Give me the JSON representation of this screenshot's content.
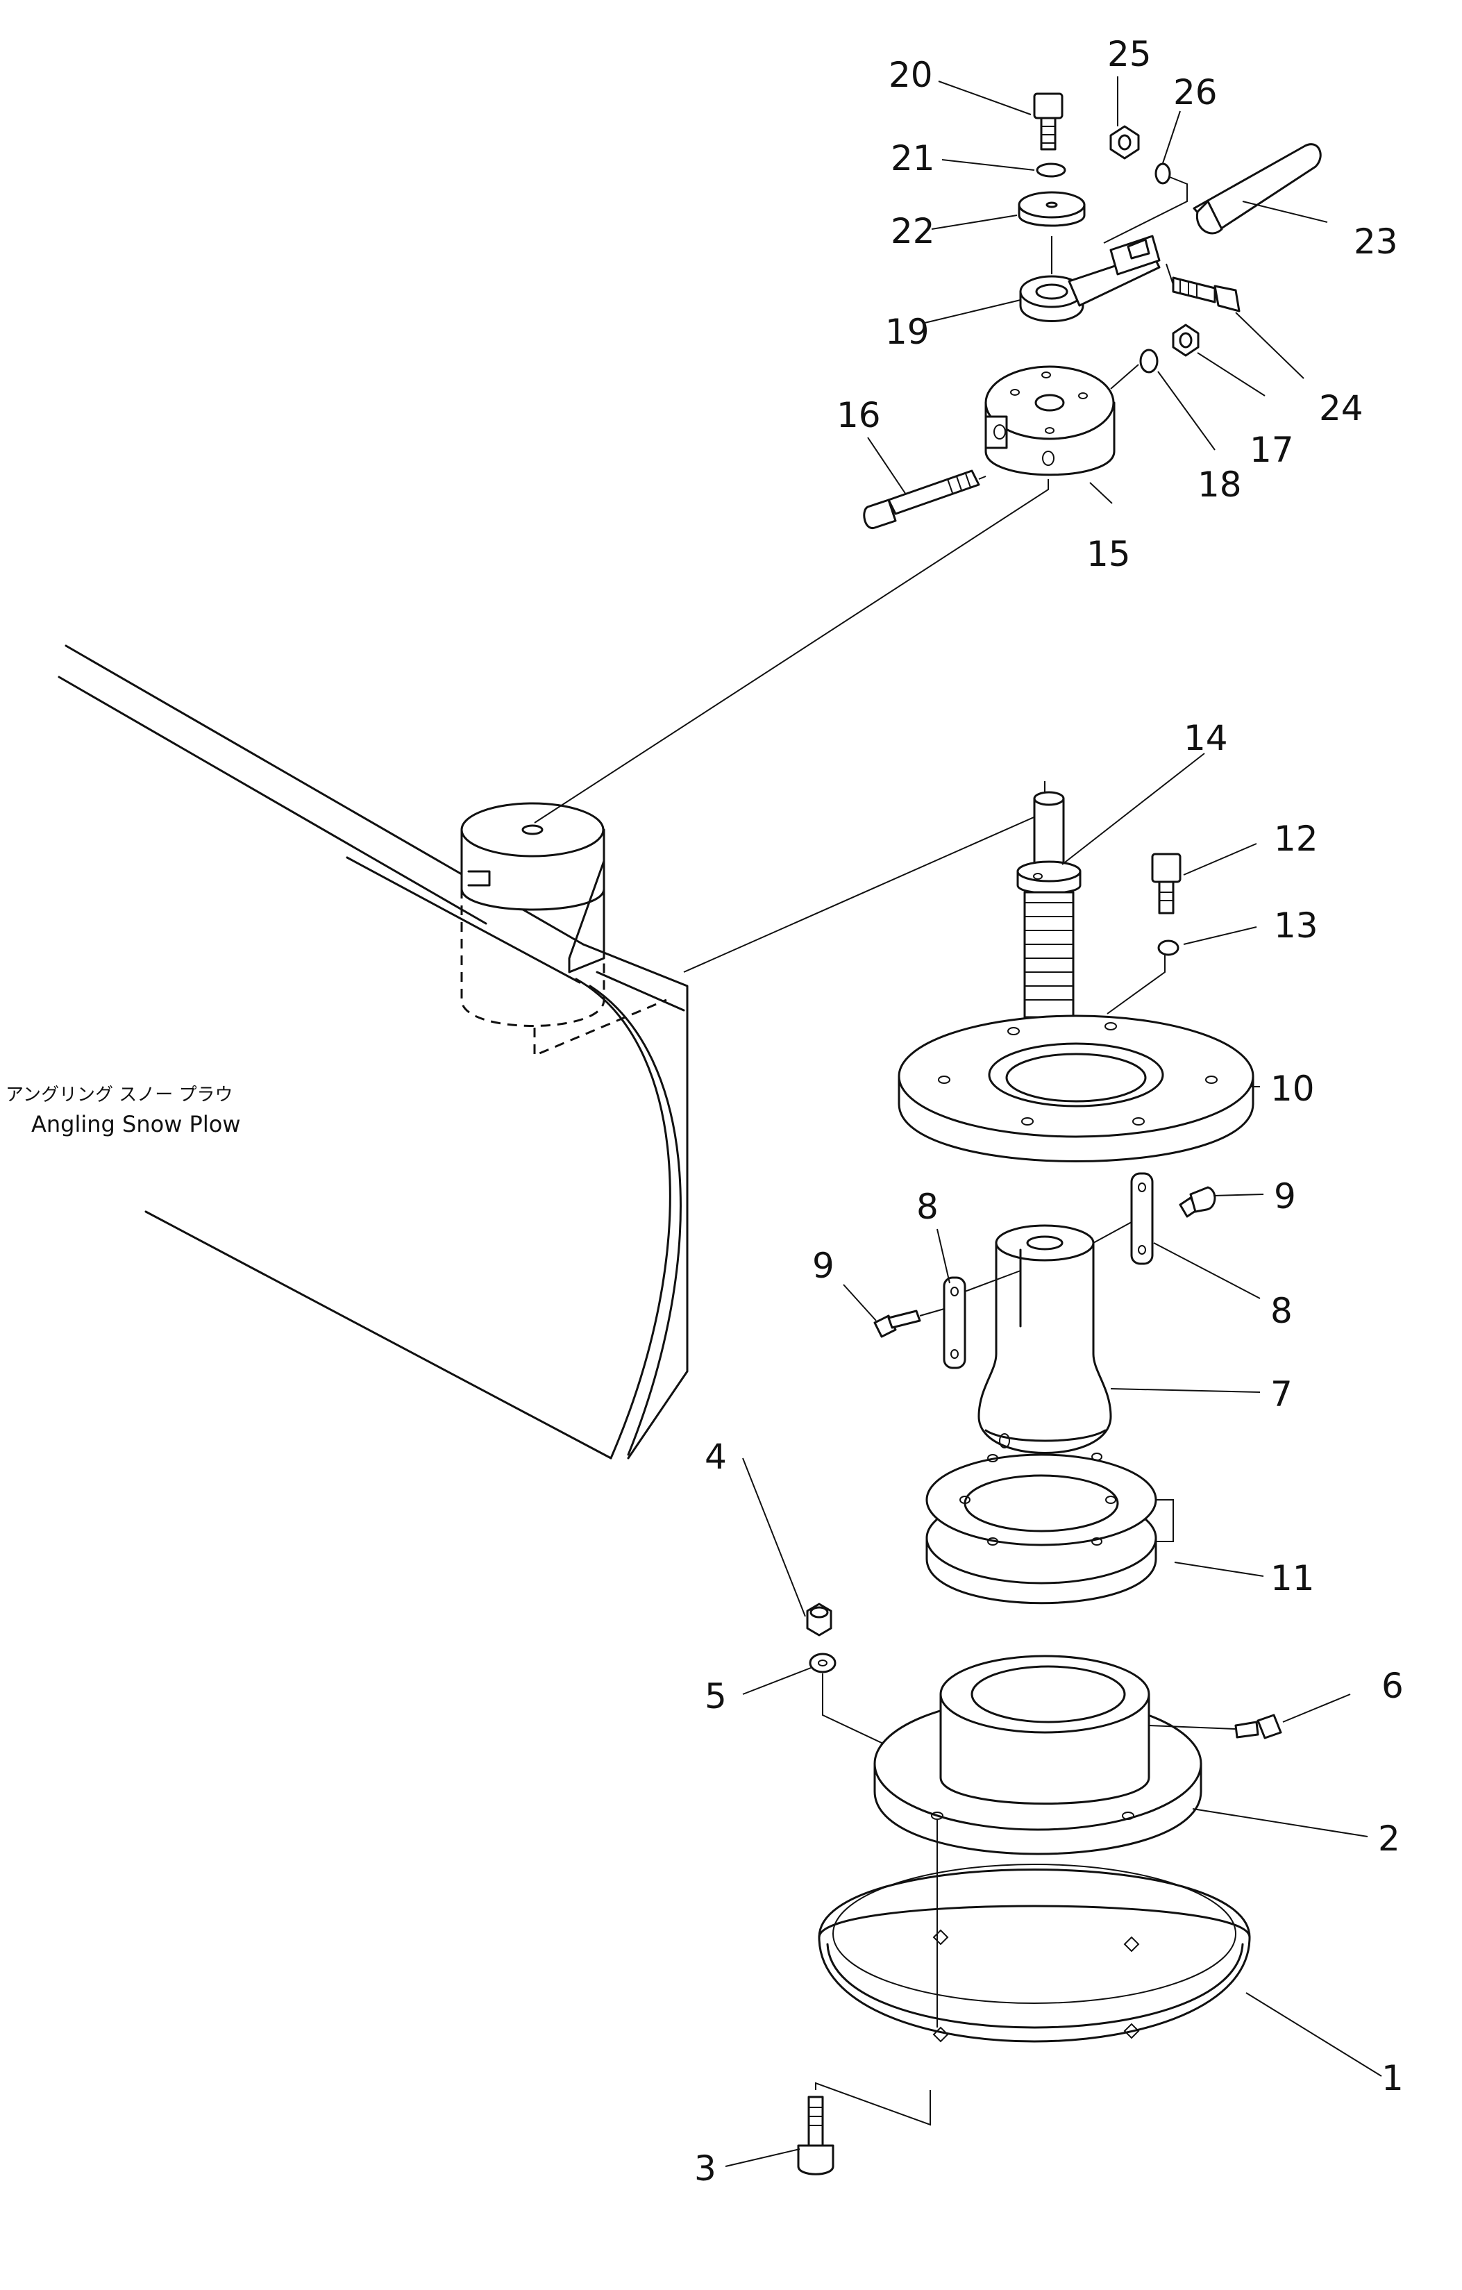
{
  "caption": {
    "japanese": "アングリング スノー プラウ",
    "english": "Angling Snow Plow"
  },
  "callouts": [
    "1",
    "2",
    "3",
    "4",
    "5",
    "6",
    "7",
    "8",
    "8",
    "9",
    "9",
    "10",
    "11",
    "12",
    "13",
    "14",
    "15",
    "16",
    "17",
    "18",
    "19",
    "20",
    "21",
    "22",
    "23",
    "24",
    "25",
    "26"
  ]
}
